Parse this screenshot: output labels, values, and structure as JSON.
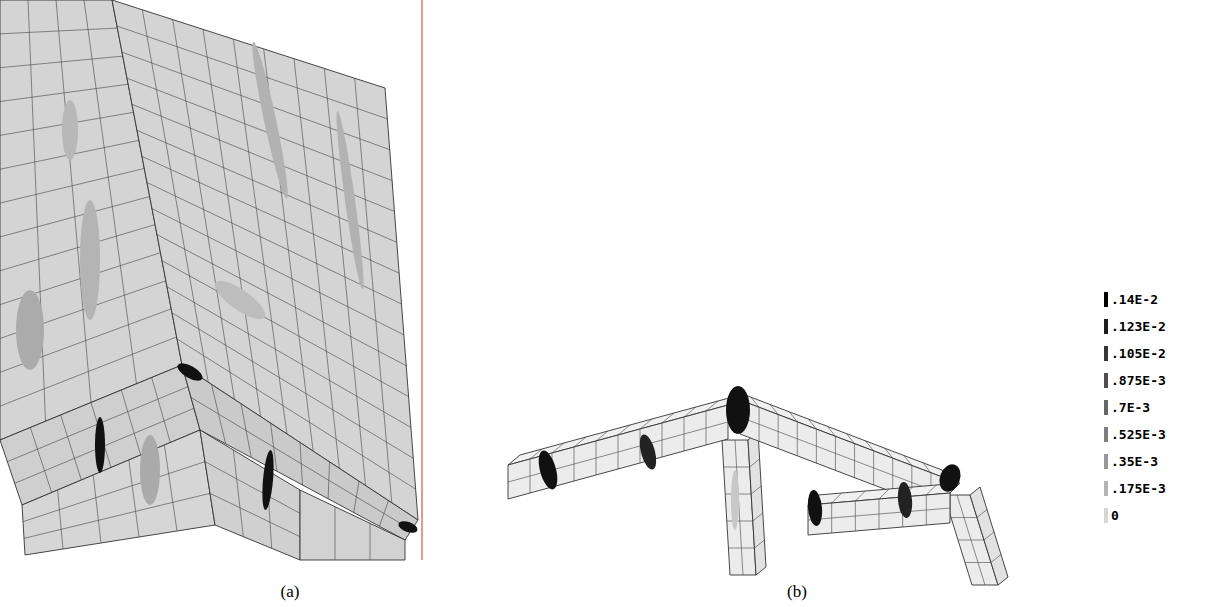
{
  "diagram": {
    "labels": [
      "(a)",
      "(b)"
    ],
    "legend": [
      {
        "text": ".14E-2",
        "color": "#000000"
      },
      {
        "text": ".123E-2",
        "color": "#1e1e1e"
      },
      {
        "text": ".105E-2",
        "color": "#363636"
      },
      {
        "text": ".875E-3",
        "color": "#4e4e4e"
      },
      {
        "text": ".7E-3",
        "color": "#666666"
      },
      {
        "text": ".525E-3",
        "color": "#7e7e7e"
      },
      {
        "text": ".35E-3",
        "color": "#989898"
      },
      {
        "text": ".175E-3",
        "color": "#b4b4b4"
      },
      {
        "text": "0",
        "color": "#d6d6d6"
      }
    ]
  }
}
